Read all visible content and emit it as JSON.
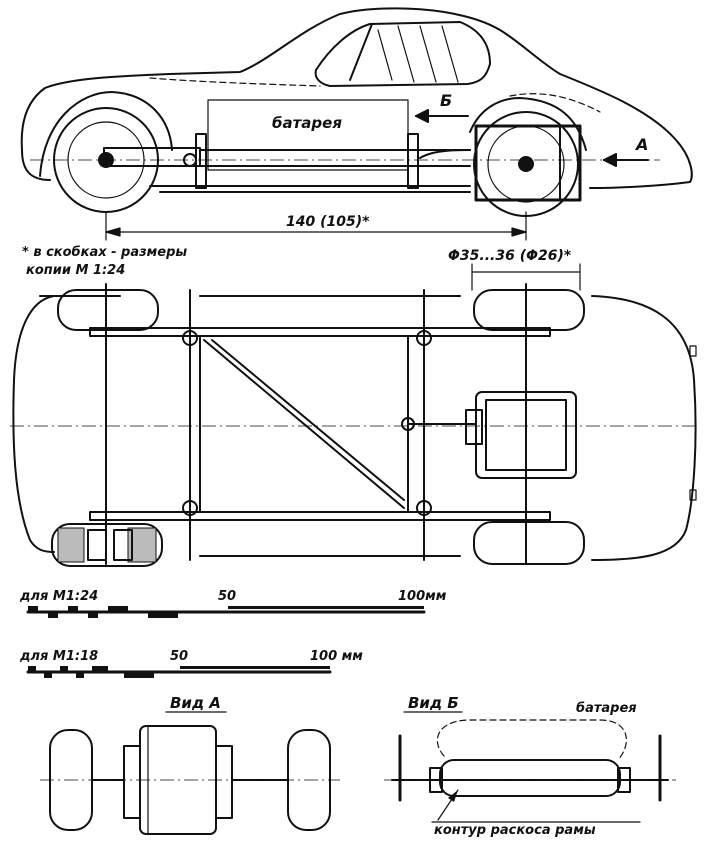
{
  "labels": {
    "battery_side": "батарея",
    "view_b_arrow": "Б",
    "view_a_arrow": "A",
    "wheelbase": "140 (105)*",
    "footnote_line1": "* в скобках - размеры",
    "footnote_line2": "копии М 1:24",
    "wheel_dia": "Φ35...36 (Φ26)*",
    "scale1_label": "для М1:24",
    "scale1_mid": "50",
    "scale1_end": "100мм",
    "scale2_label": "для М1:18",
    "scale2_mid": "50",
    "scale2_end": "100 мм",
    "view_a_title": "Вид А",
    "view_b_title": "Вид Б",
    "battery_view_b": "батарея",
    "frame_contour": "контур раскоса рамы"
  },
  "colors": {
    "ink": "#111111",
    "paper": "#ffffff"
  }
}
